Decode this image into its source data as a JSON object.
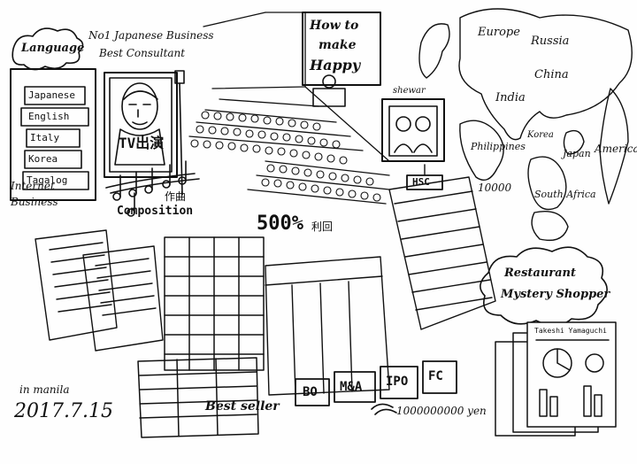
{
  "language_box": {
    "title": "Language",
    "items": [
      "Japanese",
      "English",
      "Italy",
      "Korea",
      "Tagalog"
    ]
  },
  "consultant": {
    "line1": "No1 Japanese Business",
    "line2": "Best Consultant",
    "tv_caption": "TV出演"
  },
  "internet": {
    "line1": "Internet",
    "line2": "Business"
  },
  "composition": {
    "line1": "Composition",
    "line2": "作曲"
  },
  "classroom_board": {
    "line1": "How to",
    "line2": "make",
    "line3": "Happy"
  },
  "percent": {
    "value": "500%",
    "suffix": "利回"
  },
  "map": {
    "labels": [
      "Europe",
      "Russia",
      "China",
      "India",
      "Japan",
      "America",
      "South Africa",
      "Korea",
      "Philippines"
    ],
    "count": "10000",
    "sheriff_note": "shewar"
  },
  "building_sign": "HSC",
  "restaurant_cloud": {
    "line1": "Restaurant",
    "line2": "Mystery Shopper"
  },
  "books_caption": "Best seller",
  "bottom_left": {
    "city": "in manila",
    "date": "2017.7.15"
  },
  "deals": [
    "BO",
    "M&A",
    "IPO",
    "FC"
  ],
  "money": "1000000000 yen",
  "report_title": "Takeshi Yamaguchi",
  "colors": {
    "ink": "#111111",
    "paper": "#fefefe"
  }
}
